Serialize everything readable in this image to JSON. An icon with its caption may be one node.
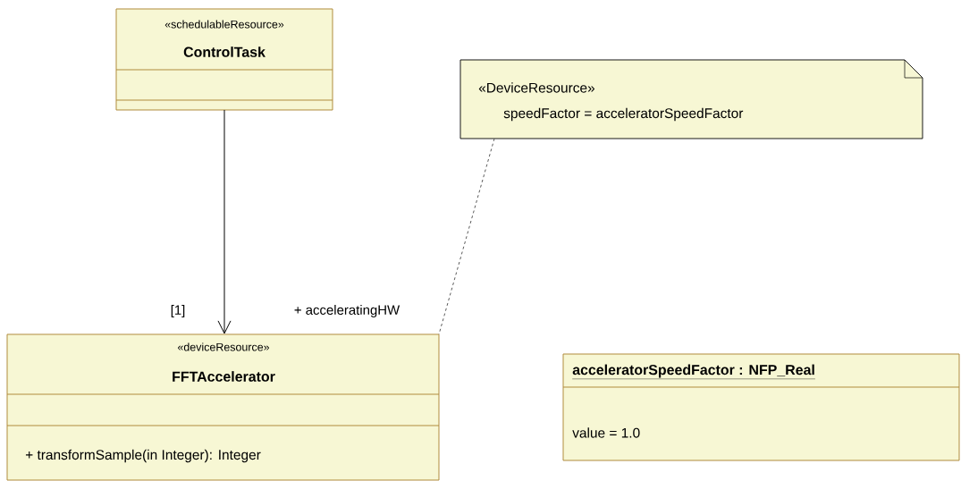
{
  "diagram": {
    "nodes": [
      {
        "text": [
          "«schedulableResource»",
          "ControlTask"
        ]
      },
      {
        "text": [
          "«deviceResource»",
          "FFTAccelerator",
          "+ transformSample(in Integer): Integer"
        ]
      },
      {
        "text": [
          "«DeviceResource»",
          "speedFactor = acceleratorSpeedFactor"
        ]
      },
      {
        "text": [
          "acceleratorSpeedFactor : NFP_Real",
          "value = 1.0"
        ]
      }
    ],
    "edges": [
      {
        "from": 0,
        "to": 1,
        "arrow": "to"
      },
      {
        "from": 2,
        "to": 1,
        "arrow": "none",
        "style": "dashed"
      }
    ],
    "labels": [
      "[1]",
      "+ acceleratingHW"
    ]
  }
}
